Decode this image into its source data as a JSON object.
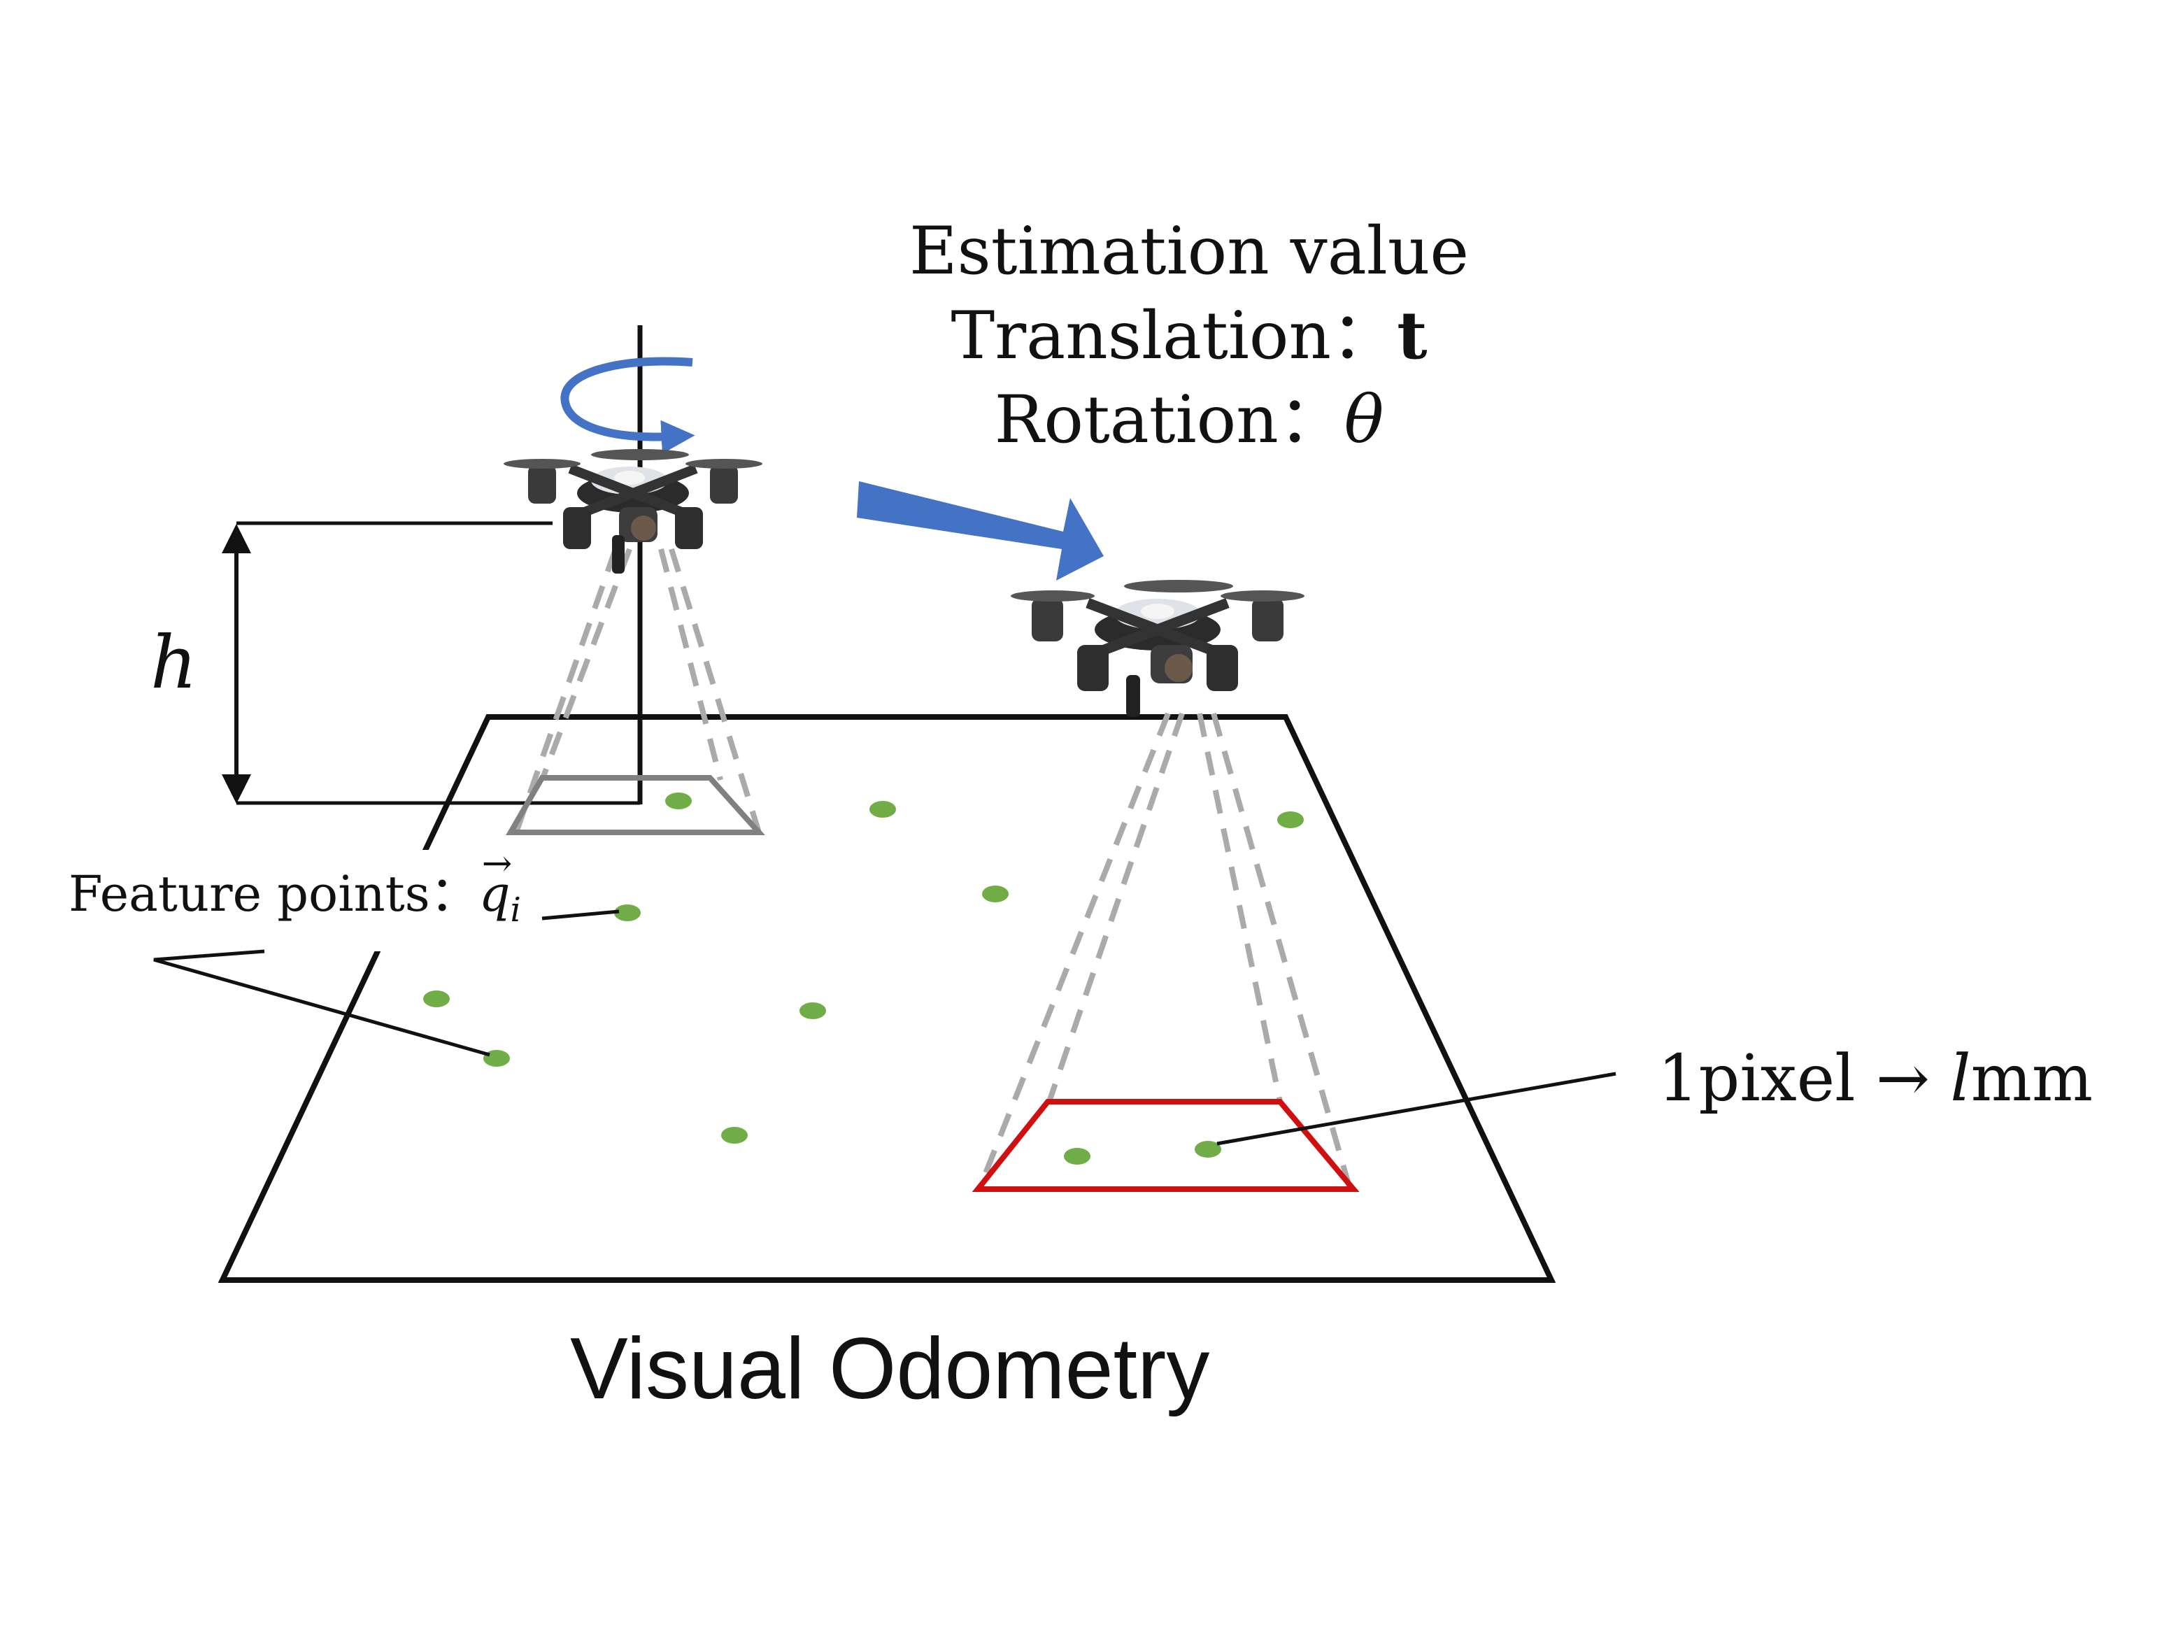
{
  "estimation": {
    "title": "Estimation value",
    "translation_label": "Translation",
    "translation_symbol": "t",
    "rotation_label": "Rotation",
    "rotation_symbol": "θ",
    "separator": "："
  },
  "height_label": "h",
  "feature_points": {
    "label": "Feature points",
    "separator": "：",
    "symbol": "q",
    "subscript": "i"
  },
  "pixel_scale": {
    "prefix": "1pixel",
    "arrow": "→",
    "unit_var": "l",
    "unit": "mm"
  },
  "diagram_title": "Visual Odometry",
  "colors": {
    "plane_outline": "#111111",
    "feature_point": "#70ad47",
    "camera_footprint_start": "#808080",
    "camera_footprint_end": "#d01010",
    "camera_rays": "#aaaaaa",
    "motion_arrow": "#4472c4",
    "rotation_arrow": "#4472c4"
  },
  "icons": [
    "drone-icon",
    "rotation-arrow-icon",
    "motion-arrow-icon"
  ]
}
